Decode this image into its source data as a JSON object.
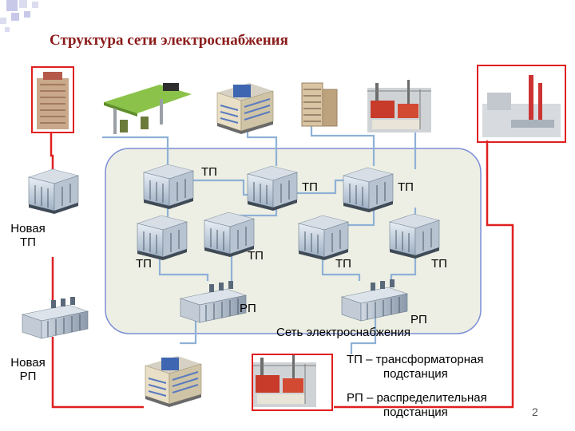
{
  "slide": {
    "title": "Структура сети электроснабжения",
    "page_number": "2"
  },
  "network": {
    "caption": "Сеть  электроснабжения",
    "tp_label": "ТП",
    "rp_label": "РП",
    "new_tp": [
      "Новая",
      "ТП"
    ],
    "new_rp": [
      "Новая",
      "РП"
    ]
  },
  "legend": {
    "tp_line1": "ТП – трансформаторная",
    "tp_line2": "подстанция",
    "rp_line1": "РП – распределительная",
    "rp_line2": "подстанция"
  },
  "colors": {
    "new_connection": "#e01f1f",
    "network_line": "#8fb1d6",
    "network_area": "#edefe4",
    "network_border": "#7d8ed6",
    "title": "#8b1a1a"
  }
}
